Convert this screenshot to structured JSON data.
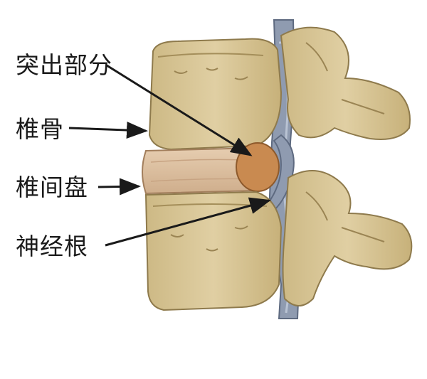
{
  "labels": {
    "protrusion": "突出部分",
    "vertebra": "椎骨",
    "disc": "椎间盘",
    "nerve_root": "神经根"
  },
  "colors": {
    "bone": "#d9c79a",
    "bone_shadow": "#b9a46f",
    "disc": "#dcc0a0",
    "protrusion": "#c98a50",
    "nerve": "#8f9bb0",
    "arrow": "#1a1a1a"
  }
}
